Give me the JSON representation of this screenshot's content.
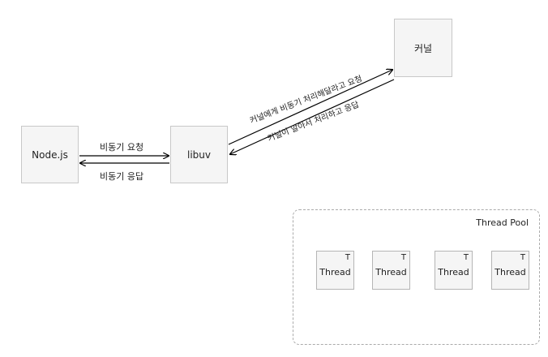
{
  "nodes": {
    "node_js": "Node.js",
    "libuv": "libuv",
    "kernel": "커널"
  },
  "edges": {
    "async_request": "비동기 요청",
    "async_response": "비동기 응답",
    "kernel_request": "커널에게 비동기 처리해달라고 요청",
    "kernel_response": "커널이 알아서 처리하고 응답"
  },
  "thread_pool": {
    "label": "Thread Pool",
    "threads": [
      {
        "badge": "T",
        "name": "Thread"
      },
      {
        "badge": "T",
        "name": "Thread"
      },
      {
        "badge": "T",
        "name": "Thread"
      },
      {
        "badge": "T",
        "name": "Thread"
      }
    ]
  }
}
